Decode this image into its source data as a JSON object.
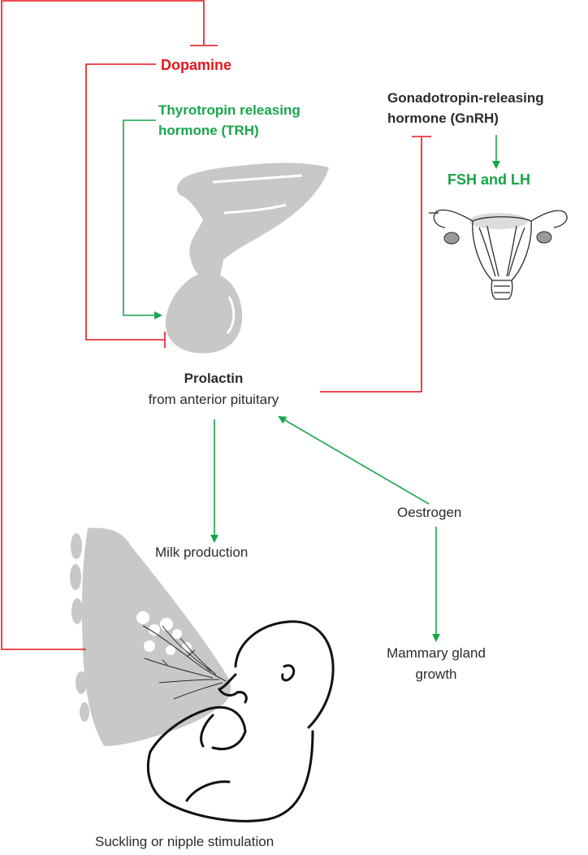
{
  "labels": {
    "dopamine": "Dopamine",
    "trh_line1": "Thyrotropin releasing",
    "trh_line2": "hormone (TRH)",
    "gnrh_line1": "Gonadotropin-releasing",
    "gnrh_line2": "hormone (GnRH)",
    "fsh_lh": "FSH and LH",
    "prolactin": "Prolactin",
    "prolactin_source": "from anterior pituitary",
    "oestrogen": "Oestrogen",
    "milk": "Milk production",
    "mammary_line1": "Mammary gland",
    "mammary_line2": "growth",
    "suckling": "Suckling or nipple stimulation"
  },
  "colors": {
    "inhibit": "#e8141c",
    "stimulate": "#17a54a",
    "text": "#2b2b2b",
    "tissue": "#c8c8c8"
  },
  "illustrations": [
    "pituitary-gland",
    "uterus-and-ovaries",
    "breast-tissue",
    "nursing-infant"
  ]
}
